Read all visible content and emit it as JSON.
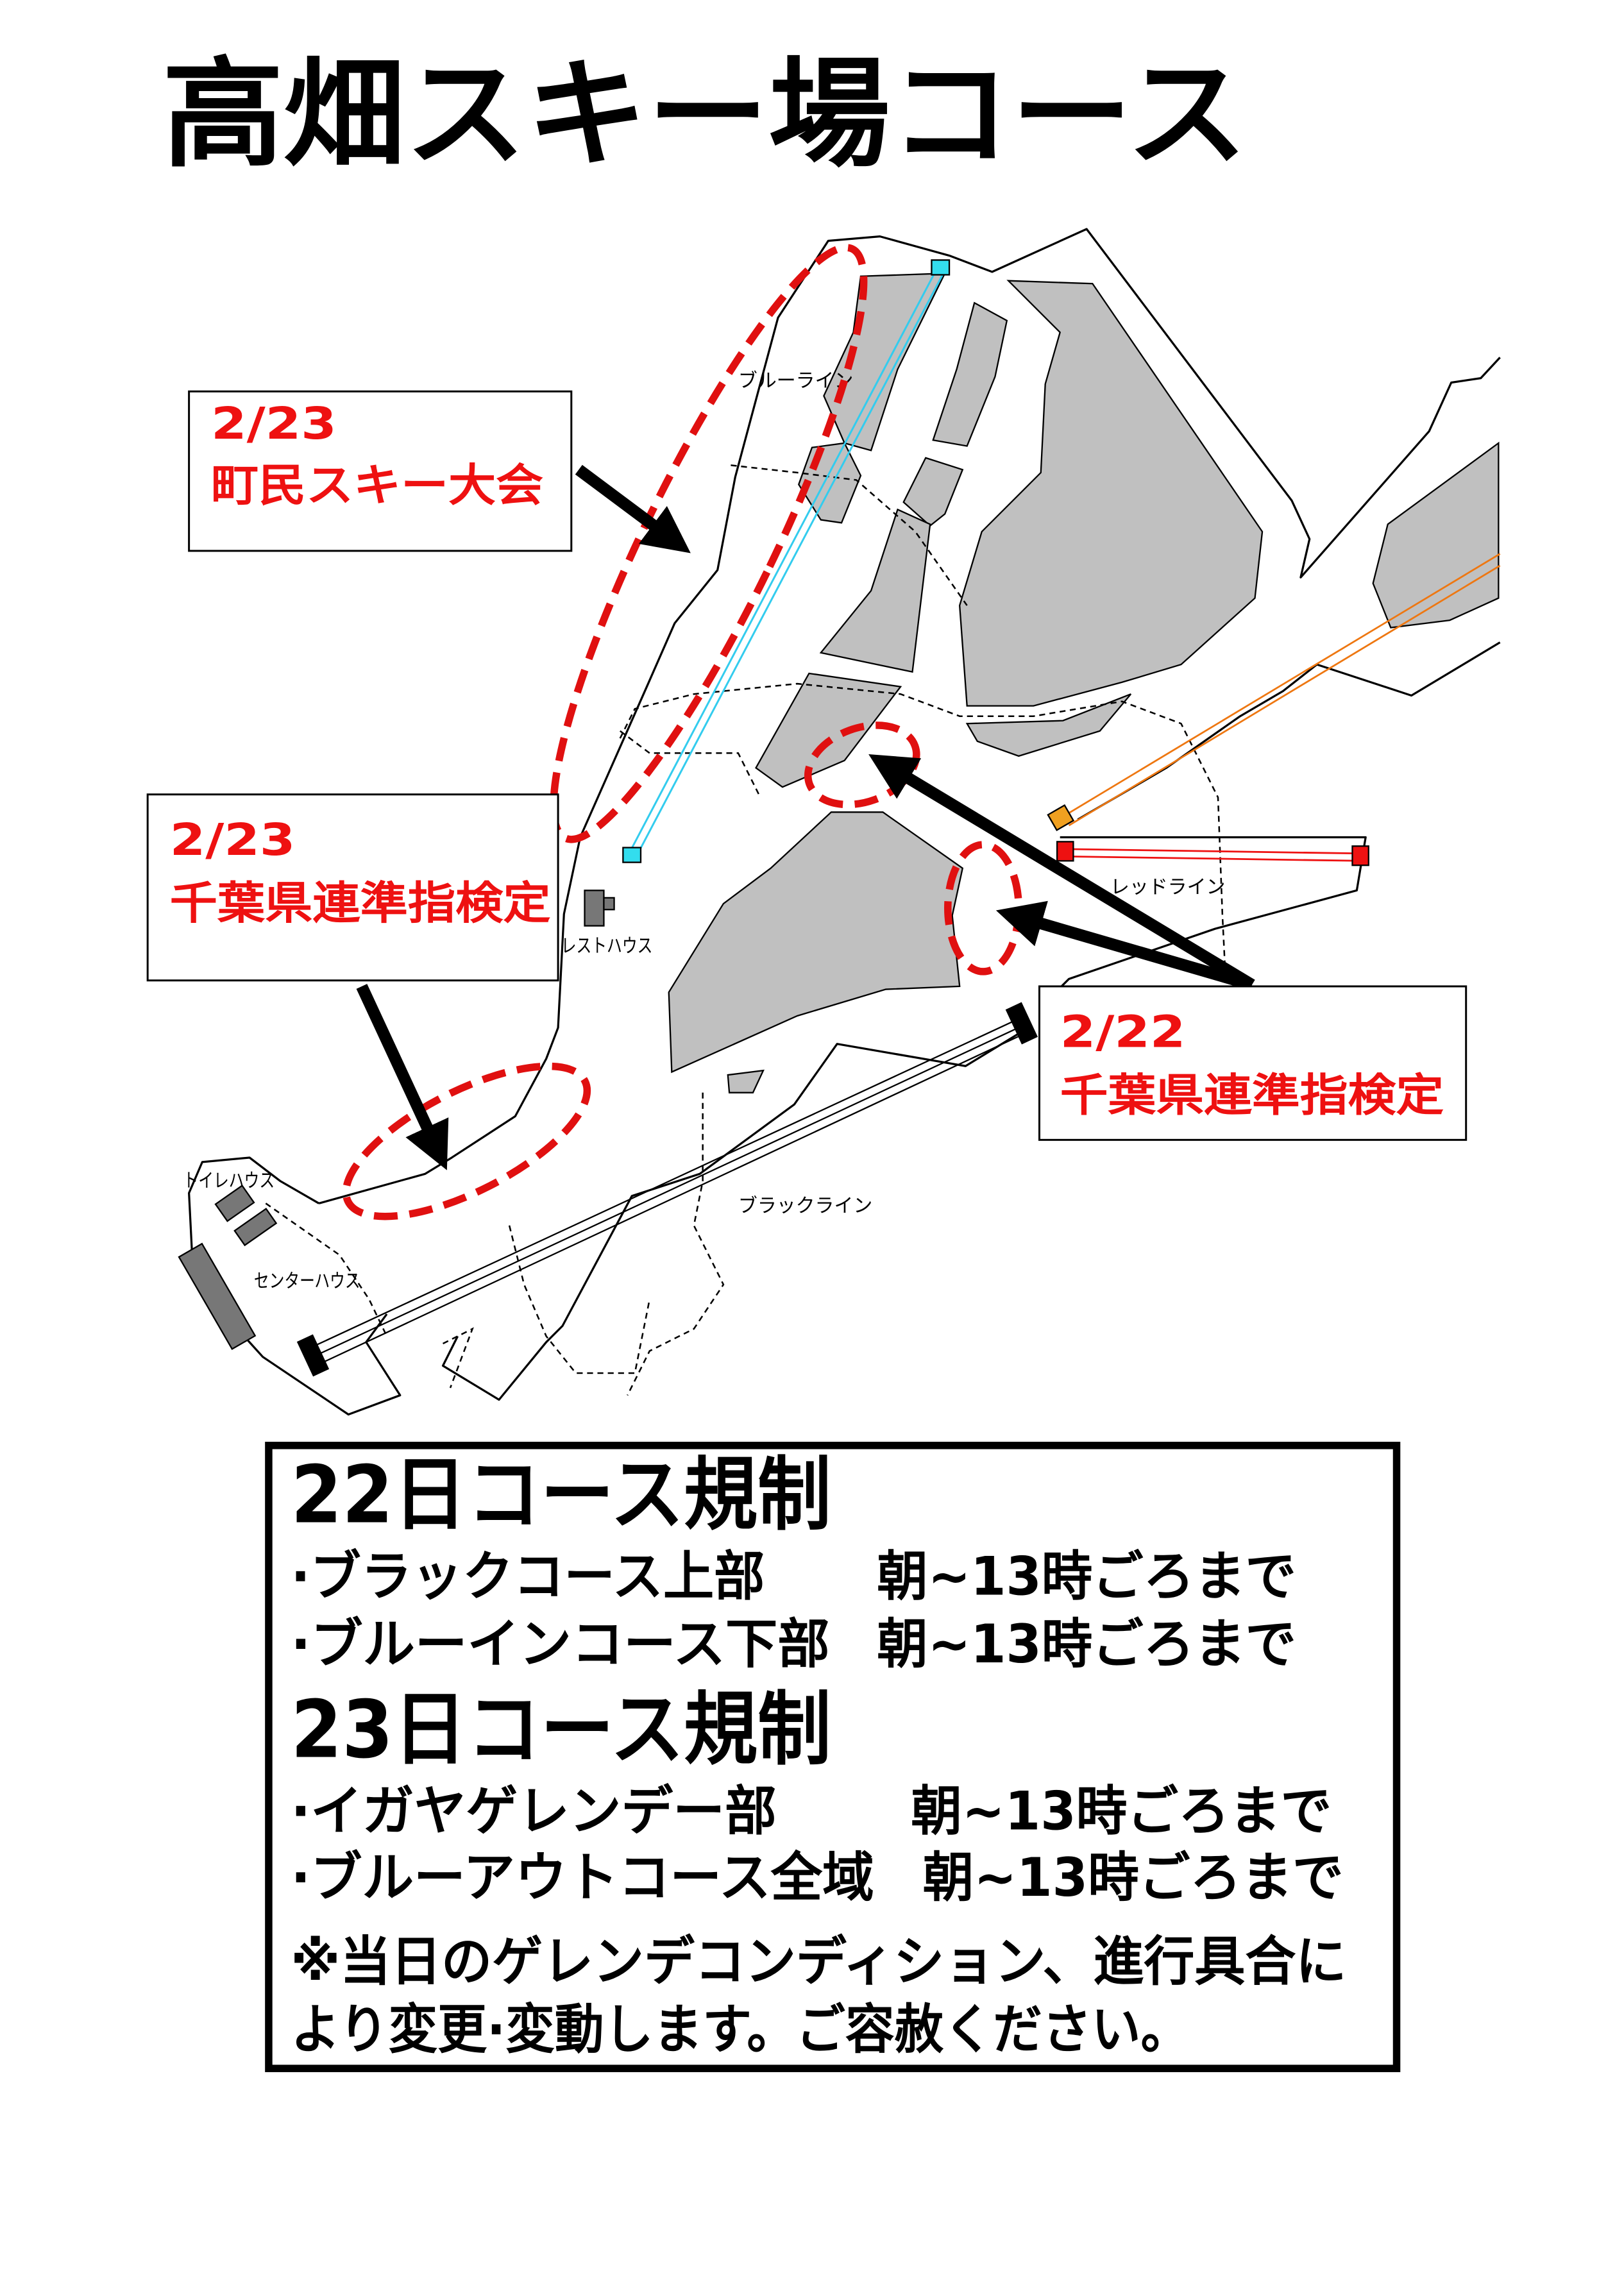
{
  "title": "高畑スキー場コース",
  "callouts": [
    {
      "date": "2/23",
      "event": "町民スキー大会"
    },
    {
      "date": "2/23",
      "event": "千葉県連準指検定"
    },
    {
      "date": "2/22",
      "event": "千葉県連準指検定"
    }
  ],
  "map_labels": {
    "blue_line": "ブルーライン",
    "red_line": "レッドライン",
    "black_line": "ブラックライン",
    "rest_house": "レストハウス",
    "toilet_house": "トイレハウス",
    "center_house": "センターハウス"
  },
  "colors": {
    "highlight": "#ee1111",
    "blue_lift": "#33ccee",
    "orange_lift": "#ee7711",
    "red_lift": "#ee1111",
    "slope": "#c0c0c0"
  },
  "notice": {
    "day22_heading": "22日コース規制",
    "day22_items": [
      {
        "course": "·ブラックコース上部",
        "time": "朝~13時ごろまで"
      },
      {
        "course": "·ブルーインコース下部",
        "time": "朝~13時ごろまで"
      }
    ],
    "day23_heading": "23日コース規制",
    "day23_items": [
      {
        "course": "·イガヤゲレンデー部",
        "time": "朝~13時ごろまで"
      },
      {
        "course": "·ブルーアウトコース全域",
        "time": "朝~13時ごろまで"
      }
    ],
    "note_line1": "※当日のゲレンデコンディション、進行具合に",
    "note_line2": "より変更·変動します。ご容赦ください。"
  }
}
